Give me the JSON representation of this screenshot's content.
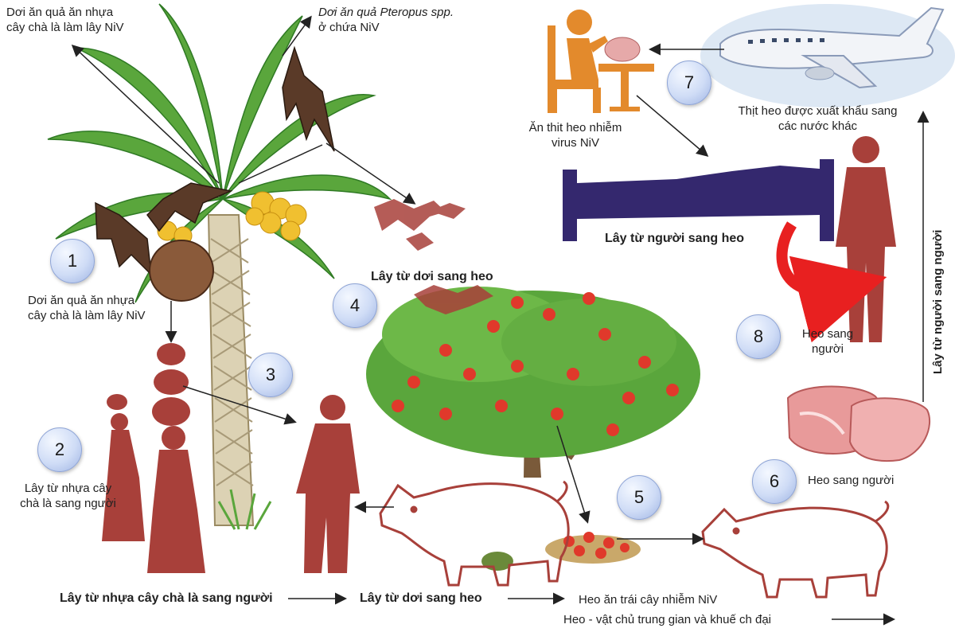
{
  "labels": {
    "bat_eats_sap_top": "Dơi ăn quả ăn nhựa\ncây chà là làm lây NiV",
    "bat_species_prefix": "Dơi ăn quả ",
    "bat_species_italic": "Pteropus spp.",
    "bat_species_suffix": "ở chứa NiV",
    "eat_pork": "Ăn thit heo nhiễm\nvirus NiV",
    "pork_export": "Thịt heo được xuất khẩu sang\ncác nước khác",
    "human_to_pig_bed": "Lây từ người sang heo",
    "bat_to_pig_mid": "Lây từ dơi sang heo",
    "bat_eats_sap_left": "Dơi ăn quả ăn nhựa\ncây chà là làm lây NiV",
    "sap_to_human_left": "Lây từ nhựa cây\nchà là sang người",
    "pig_to_human_8": "Heo sang\nngười",
    "pig_to_human_6": "Heo sang người",
    "vertical_side": "Lây từ người sang người",
    "bottom_sap": "Lây từ nhựa cây chà là sang người",
    "bottom_bat": "Lây từ dơi sang heo",
    "bottom_fruit": "Heo ăn trái cây nhiễm NiV",
    "bottom_host": "Heo - vật chủ trung gian và khuế ch đại"
  },
  "steps": [
    "1",
    "2",
    "3",
    "4",
    "5",
    "6",
    "7",
    "8"
  ],
  "colors": {
    "silhouette": "#a8403a",
    "bed": "#34286e",
    "chair": "#e38a2c",
    "red_arrow": "#e82020",
    "leaf": "#5aa63c",
    "apple": "#e0392b"
  },
  "icons": [
    "palm-tree-icon",
    "bat-icon",
    "clay-pot-icon",
    "woman-silhouette-icon",
    "man-silhouette-icon",
    "apple-tree-icon",
    "pig-outline-icon",
    "airplane-icon",
    "diner-icon",
    "bed-icon",
    "pork-meat-icon",
    "curved-arrow-icon"
  ]
}
